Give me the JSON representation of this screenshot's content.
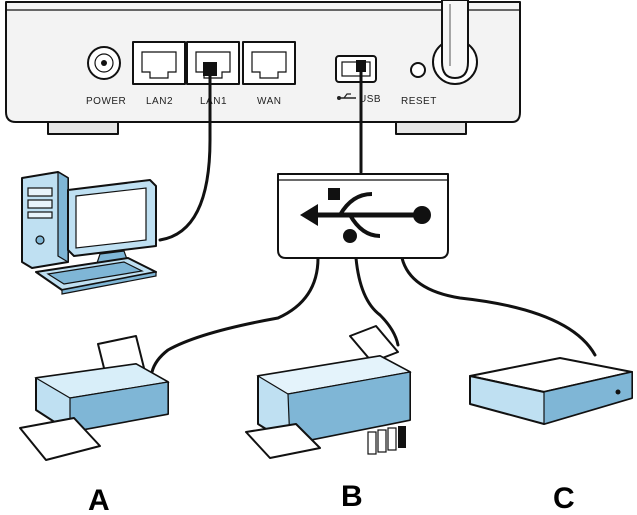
{
  "router": {
    "ports": {
      "power": "POWER",
      "lan2": "LAN2",
      "lan1": "LAN1",
      "wan": "WAN",
      "usb": "USB",
      "reset": "RESET"
    }
  },
  "devices": {
    "a": "A",
    "b": "B",
    "c": "C"
  },
  "colors": {
    "device_fill": "#bfe0f2",
    "device_dark": "#7fb6d6",
    "router_fill": "#f2f2f2",
    "outline": "#111111"
  }
}
